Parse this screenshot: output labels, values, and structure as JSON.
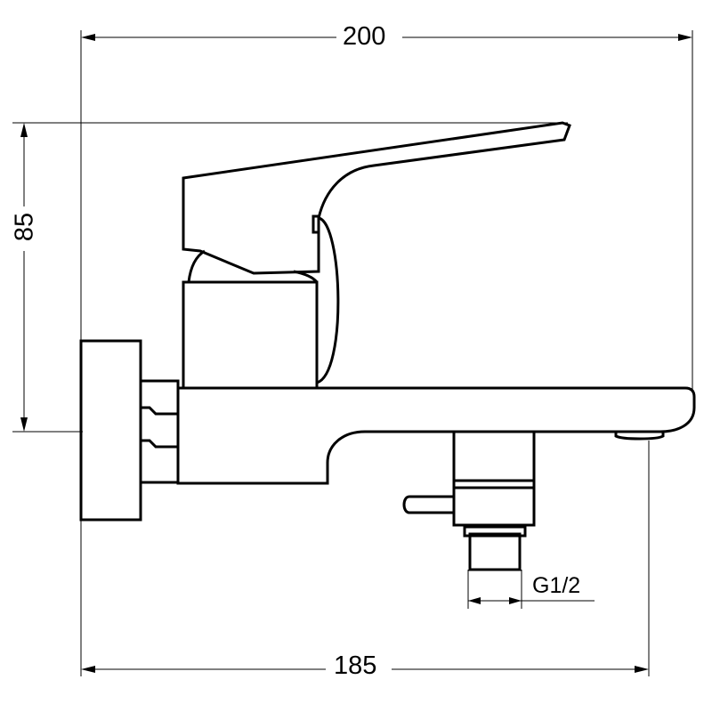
{
  "dimensions": {
    "overall_width": "200",
    "wall_to_outlet": "185",
    "height": "85",
    "connection_thread": "G1/2"
  }
}
